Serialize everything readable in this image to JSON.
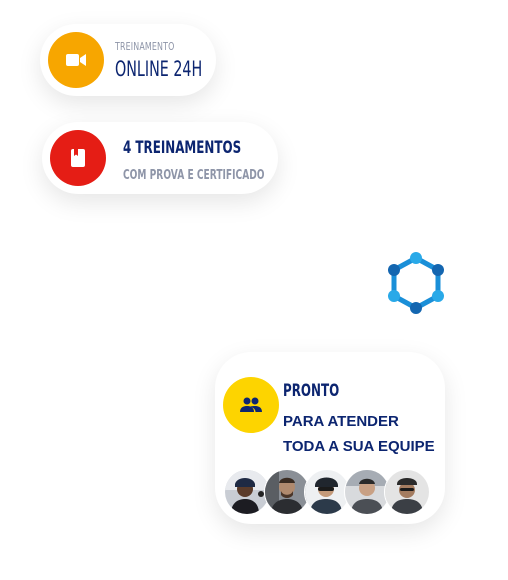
{
  "card_training": {
    "kicker": "TREINAMENTO",
    "title": "ONLINE 24H",
    "icon": "video-camera-icon",
    "color": "#f7a600"
  },
  "card_courses": {
    "title": "4 TREINAMENTOS",
    "subtitle": "COM PROVA E CERTIFICADO",
    "icon": "book-icon",
    "color": "#e51d15"
  },
  "card_team": {
    "kicker": "PRONTO",
    "line1": "PARA ATENDER",
    "line2": "TODA A SUA EQUIPE",
    "icon": "people-icon",
    "color": "#fdd400",
    "avatars": [
      "team-member-1",
      "team-member-2",
      "team-member-3",
      "team-member-4",
      "team-member-5"
    ]
  },
  "decoration": {
    "icon": "network-hexagon-icon",
    "color": "#1a8fd8"
  },
  "colors": {
    "navy": "#0c2570",
    "muted": "#8e95a8"
  }
}
